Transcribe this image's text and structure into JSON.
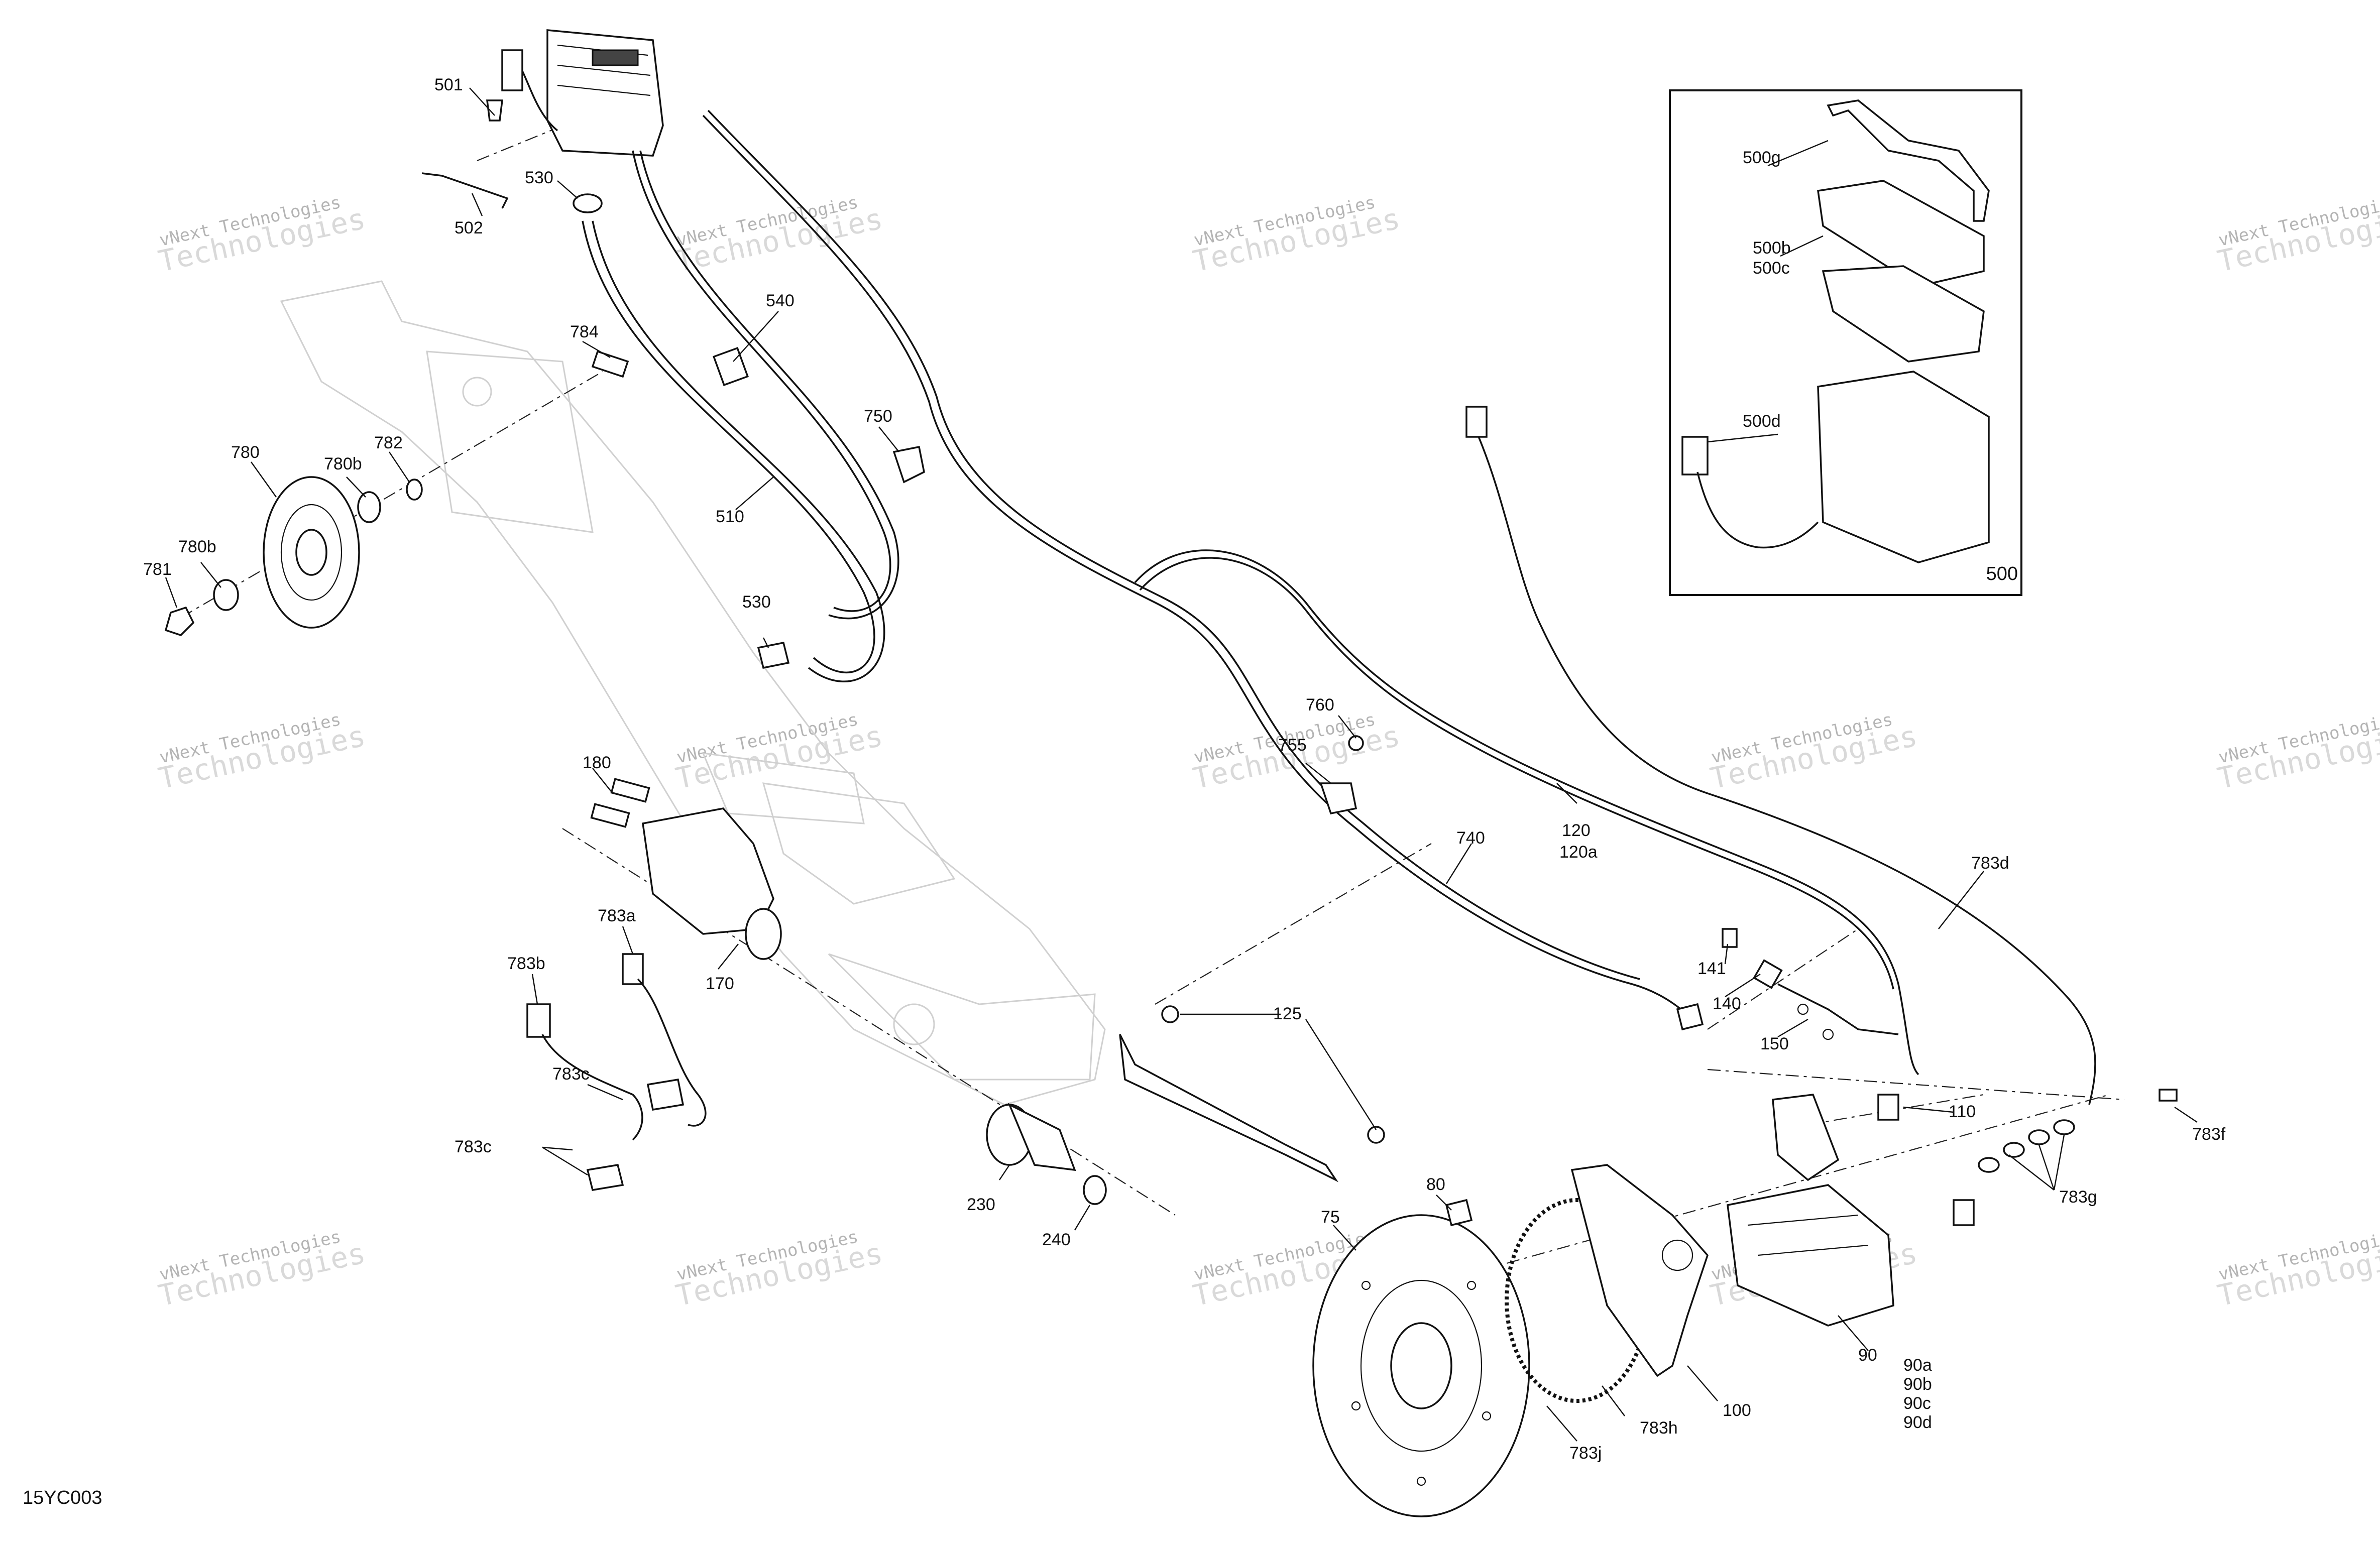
{
  "diagram": {
    "figure_code": "15YC003",
    "inset_label": "500",
    "watermark": {
      "line1": "vNext Technologies",
      "line2": "Technologies"
    },
    "callouts": [
      {
        "id": "501",
        "text": "501"
      },
      {
        "id": "502",
        "text": "502"
      },
      {
        "id": "530a",
        "text": "530"
      },
      {
        "id": "530b",
        "text": "530"
      },
      {
        "id": "540",
        "text": "540"
      },
      {
        "id": "510",
        "text": "510"
      },
      {
        "id": "750",
        "text": "750"
      },
      {
        "id": "784",
        "text": "784"
      },
      {
        "id": "780",
        "text": "780"
      },
      {
        "id": "780b1",
        "text": "780b"
      },
      {
        "id": "782",
        "text": "782"
      },
      {
        "id": "780b2",
        "text": "780b"
      },
      {
        "id": "781",
        "text": "781"
      },
      {
        "id": "760",
        "text": "760"
      },
      {
        "id": "755",
        "text": "755"
      },
      {
        "id": "180",
        "text": "180"
      },
      {
        "id": "783a",
        "text": "783a"
      },
      {
        "id": "783b",
        "text": "783b"
      },
      {
        "id": "170",
        "text": "170"
      },
      {
        "id": "740",
        "text": "740"
      },
      {
        "id": "120",
        "text": "120"
      },
      {
        "id": "120a",
        "text": "120a"
      },
      {
        "id": "783d",
        "text": "783d"
      },
      {
        "id": "141",
        "text": "141"
      },
      {
        "id": "140",
        "text": "140"
      },
      {
        "id": "150",
        "text": "150"
      },
      {
        "id": "125",
        "text": "125"
      },
      {
        "id": "783c1",
        "text": "783c"
      },
      {
        "id": "783c2",
        "text": "783c"
      },
      {
        "id": "230",
        "text": "230"
      },
      {
        "id": "240",
        "text": "240"
      },
      {
        "id": "110",
        "text": "110"
      },
      {
        "id": "783f",
        "text": "783f"
      },
      {
        "id": "783g",
        "text": "783g"
      },
      {
        "id": "80",
        "text": "80"
      },
      {
        "id": "75",
        "text": "75"
      },
      {
        "id": "90",
        "text": "90"
      },
      {
        "id": "90a",
        "text": "90a"
      },
      {
        "id": "90b",
        "text": "90b"
      },
      {
        "id": "90c",
        "text": "90c"
      },
      {
        "id": "90d",
        "text": "90d"
      },
      {
        "id": "100",
        "text": "100"
      },
      {
        "id": "783h",
        "text": "783h"
      },
      {
        "id": "783j",
        "text": "783j"
      },
      {
        "id": "500g",
        "text": "500g"
      },
      {
        "id": "500b",
        "text": "500b"
      },
      {
        "id": "500c",
        "text": "500c"
      },
      {
        "id": "500d",
        "text": "500d"
      }
    ]
  }
}
